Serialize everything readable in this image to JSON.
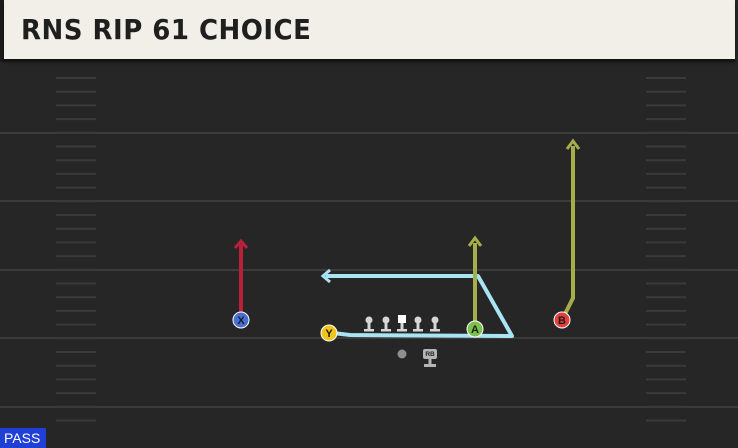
{
  "play": {
    "title": "RNS RIP 61 CHOICE",
    "type_badge": "PASS"
  },
  "players": {
    "x": {
      "label": "X",
      "color": "#4a6fd4"
    },
    "y": {
      "label": "Y",
      "color": "#f0c419"
    },
    "a": {
      "label": "A",
      "color": "#7bc24a"
    },
    "b": {
      "label": "B",
      "color": "#e2403f"
    },
    "rb": {
      "label": "RB"
    }
  },
  "routes": {
    "x_color": "#b7213a",
    "y_color": "#a9e4f2",
    "a_color": "#a7ad48",
    "b_color": "#a7ad48"
  },
  "colors": {
    "field": "#262626",
    "yard_line": "#3c3c3c",
    "lineman": "#d6d6d6",
    "title_bg": "#f1efe8"
  }
}
